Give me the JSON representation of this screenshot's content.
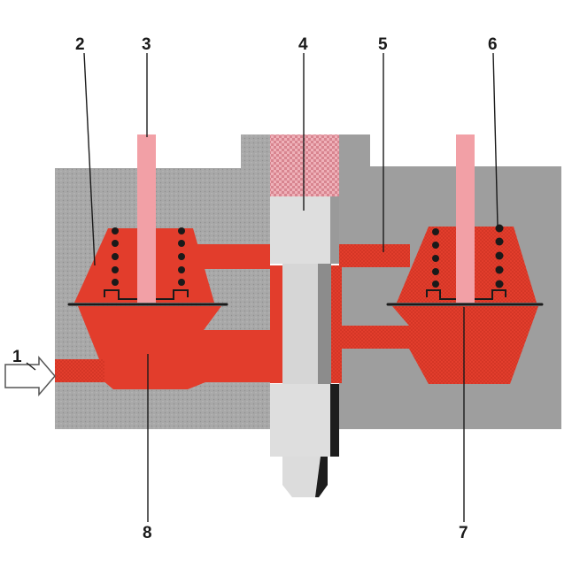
{
  "diagram": {
    "callouts": [
      {
        "key": "inlet",
        "text": "1"
      },
      {
        "key": "left-chamber",
        "text": "2"
      },
      {
        "key": "left-stem",
        "text": "3"
      },
      {
        "key": "spool",
        "text": "4"
      },
      {
        "key": "right-passage",
        "text": "5"
      },
      {
        "key": "right-spring",
        "text": "6"
      },
      {
        "key": "right-diaphragm",
        "text": "7"
      },
      {
        "key": "lower-chamber",
        "text": "8"
      }
    ],
    "colors": {
      "body_left": "#aaaaaa",
      "body_right": "#a0a0a0",
      "fluid": "#e23d2c",
      "fluid_dotted": "#d8342a",
      "stem": "#f2a0a6",
      "spool_cap": "#eeaab4",
      "spool": "#dcdcdc",
      "spring_dot": "#1a1a1a",
      "outline": "#1a1a1a"
    }
  }
}
